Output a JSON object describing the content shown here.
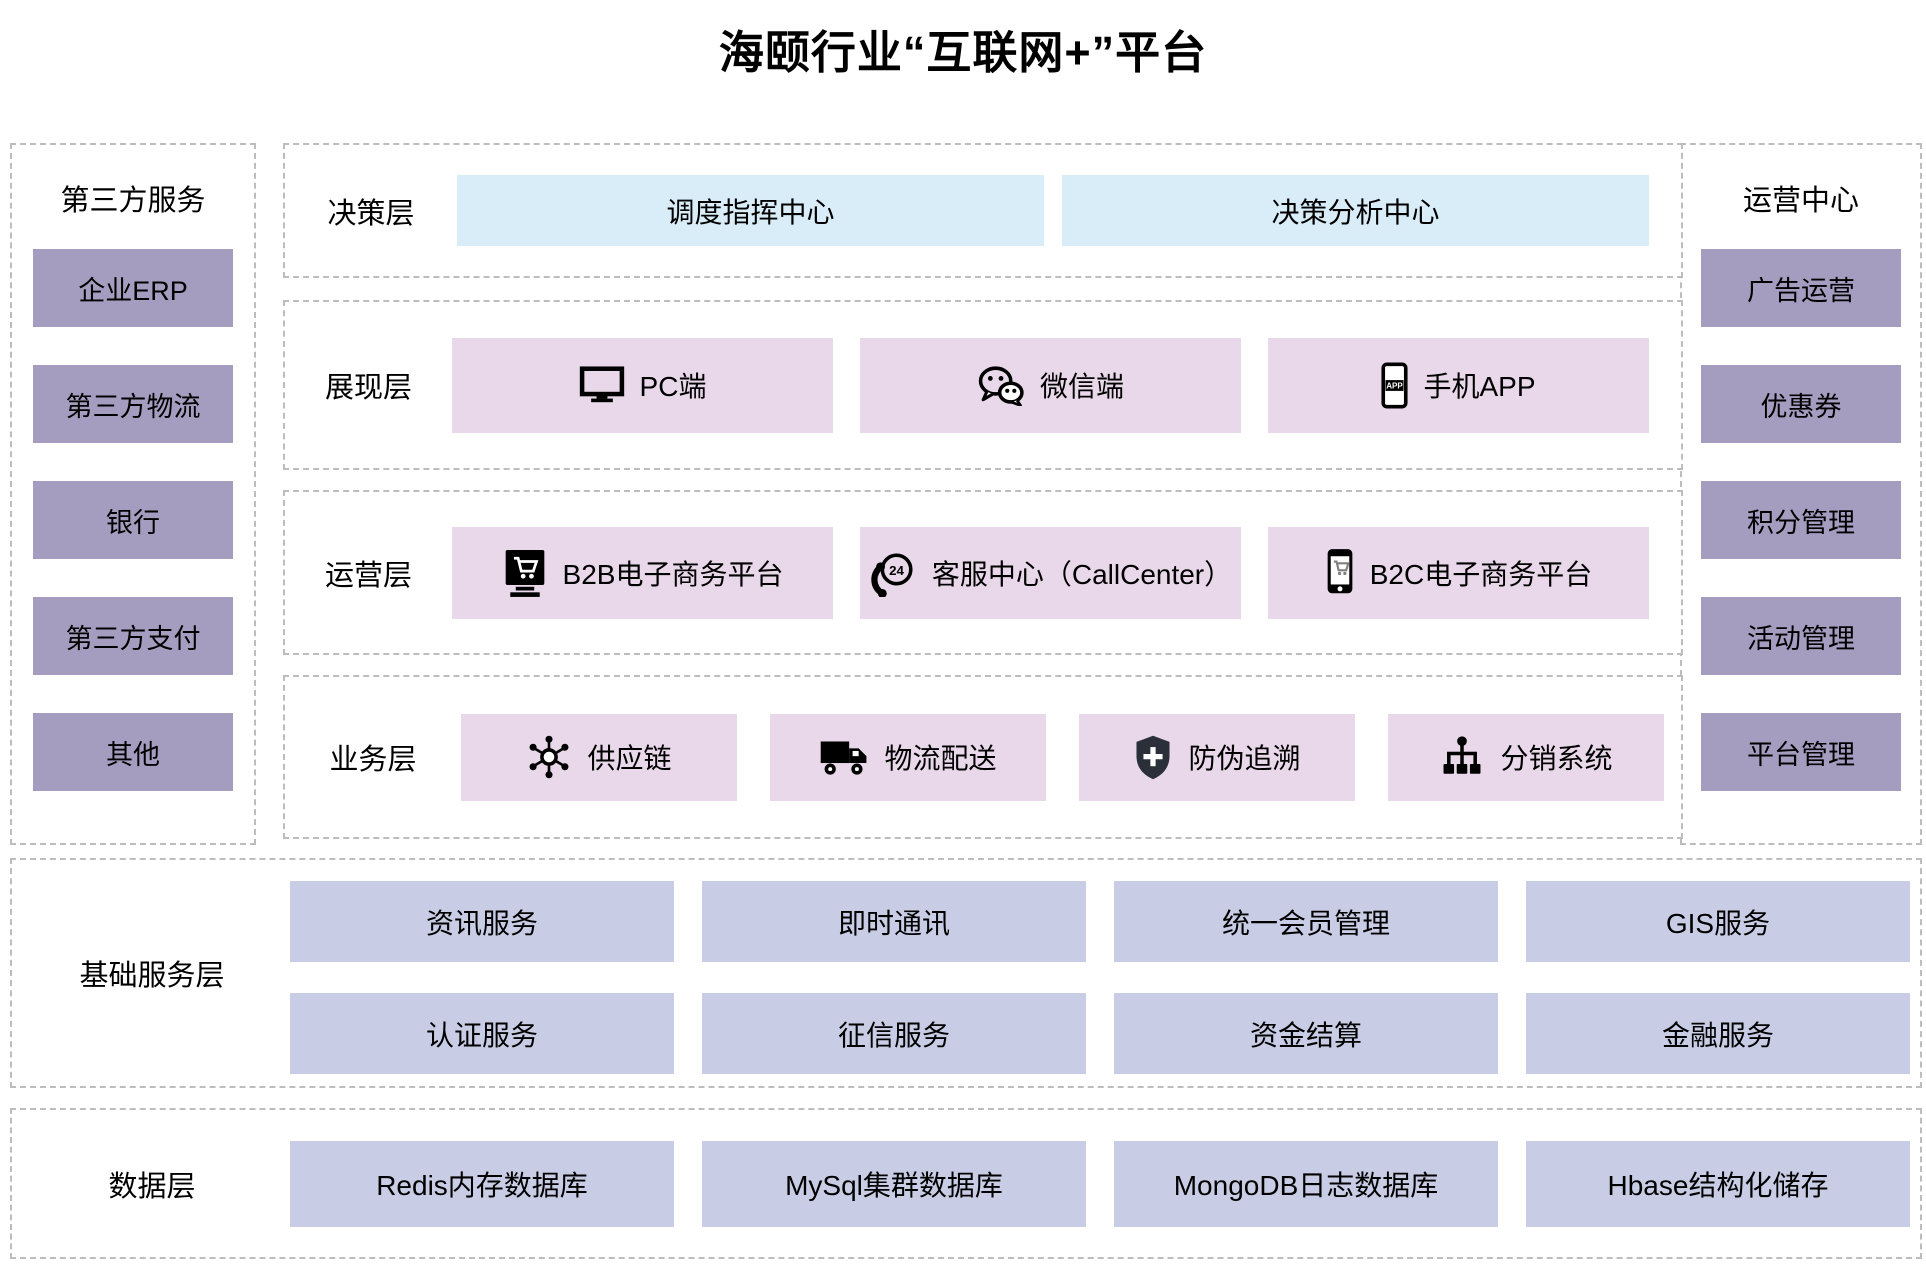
{
  "title": "海颐行业“互联网+”平台",
  "colors": {
    "blue": "#d9edf8",
    "pink": "#e8d8e9",
    "purple": "#a59dbf",
    "lavender": "#c8cde5",
    "border": "#bdbdbd"
  },
  "left_panel": {
    "title": "第三方服务",
    "items": [
      "企业ERP",
      "第三方物流",
      "银行",
      "第三方支付",
      "其他"
    ]
  },
  "right_panel": {
    "title": "运营中心",
    "items": [
      "广告运营",
      "优惠券",
      "积分管理",
      "活动管理",
      "平台管理"
    ]
  },
  "layers": [
    {
      "label": "决策层",
      "items": [
        {
          "text": "调度指挥中心"
        },
        {
          "text": "决策分析中心"
        }
      ]
    },
    {
      "label": "展现层",
      "items": [
        {
          "icon": "pc-monitor-icon",
          "text": "PC端"
        },
        {
          "icon": "wechat-icon",
          "text": "微信端"
        },
        {
          "icon": "mobile-app-icon",
          "text": "手机APP"
        }
      ]
    },
    {
      "label": "运营层",
      "items": [
        {
          "icon": "b2b-commerce-icon",
          "text": "B2B电子商务平台"
        },
        {
          "icon": "callcenter-24h-icon",
          "text": "客服中心（CallCenter）"
        },
        {
          "icon": "b2c-commerce-icon",
          "text": "B2C电子商务平台"
        }
      ]
    },
    {
      "label": "业务层",
      "items": [
        {
          "icon": "supply-chain-icon",
          "text": "供应链"
        },
        {
          "icon": "logistics-truck-icon",
          "text": "物流配送"
        },
        {
          "icon": "anti-counterfeit-shield-icon",
          "text": "防伪追溯"
        },
        {
          "icon": "distribution-network-icon",
          "text": "分销系统"
        }
      ]
    }
  ],
  "base_service_layer": {
    "label": "基础服务层",
    "rows": [
      [
        "资讯服务",
        "即时通讯",
        "统一会员管理",
        "GIS服务"
      ],
      [
        "认证服务",
        "征信服务",
        "资金结算",
        "金融服务"
      ]
    ]
  },
  "data_layer": {
    "label": "数据层",
    "items": [
      "Redis内存数据库",
      "MySql集群数据库",
      "MongoDB日志数据库",
      "Hbase结构化储存"
    ]
  }
}
